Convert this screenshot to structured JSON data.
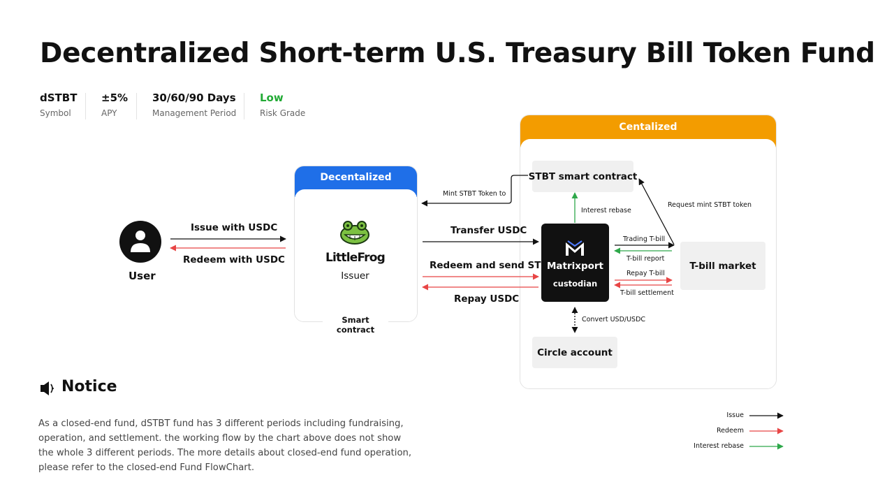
{
  "title": "Decentralized Short-term U.S. Treasury Bill Token Fund",
  "stats": [
    {
      "value": "dSTBT",
      "label": "Symbol"
    },
    {
      "value": "±5%",
      "label": "APY"
    },
    {
      "value": "30/60/90 Days",
      "label": "Management Period"
    },
    {
      "value": "Low",
      "label": "Risk Grade"
    }
  ],
  "colors": {
    "low_risk": "#22aa35",
    "decentralized_header": "#1f6fe8",
    "centralized_header": "#f39c00",
    "issue_arrow": "#111111",
    "redeem_arrow": "#e84545",
    "interest_rebase_arrow": "#2ea84a"
  },
  "diagram": {
    "user_label": "User",
    "issue_with_usdc": "Issue with USDC",
    "redeem_with_usdc": "Redeem with USDC",
    "decentralized_panel": {
      "header": "Decentalized",
      "brand": "LittleFrog",
      "role": "Issuer",
      "footer": "Smart contract"
    },
    "transfer_usdc": "Transfer USDC",
    "redeem_and_send_stbt": "Redeem and send STBT",
    "repay_usdc": "Repay USDC",
    "mint_stbt_token_to": "Mint STBT Token to",
    "centralized_panel": {
      "header": "Centalized",
      "stbt_smart_contract": "STBT smart contract",
      "interest_rebase": "Interest rebase",
      "request_mint": "Request mint STBT token",
      "matrixport_name": "Matrixport",
      "matrixport_role": "custodian",
      "trading_tbill": "Trading T-bill",
      "tbill_report": "T-bill report",
      "repay_tbill": "Repay T-bill",
      "tbill_settlement": "T-bill settlement",
      "tbill_market": "T-bill market",
      "convert": "Convert USD/USDC",
      "circle_account": "Circle account"
    }
  },
  "notice": {
    "icon": "speaker-icon",
    "title": "Notice",
    "body": "As a closed-end fund, dSTBT fund has 3 different periods including fundraising, operation, and settlement. the working flow by the chart above does not show the whole 3 different periods. The more details about closed-end fund operation, please refer to the closed-end Fund FlowChart."
  },
  "legend": [
    {
      "label": "Issue",
      "color": "#111111"
    },
    {
      "label": "Redeem",
      "color": "#e84545"
    },
    {
      "label": "Interest rebase",
      "color": "#2ea84a"
    }
  ]
}
